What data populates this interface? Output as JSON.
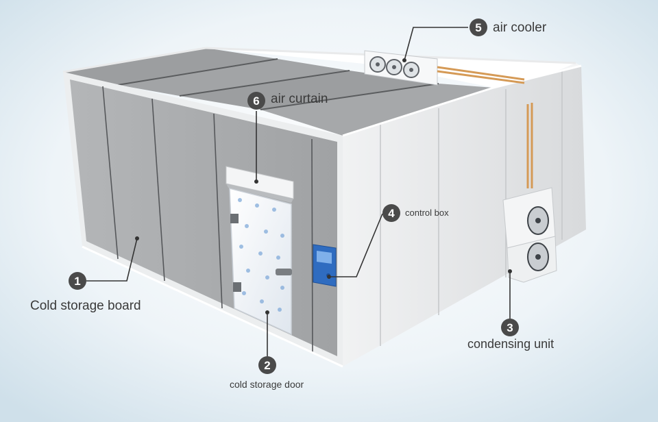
{
  "callouts": [
    {
      "number": "1",
      "label": "Cold storage board"
    },
    {
      "number": "2",
      "label": "cold storage door"
    },
    {
      "number": "3",
      "label": "condensing unit"
    },
    {
      "number": "4",
      "label": "control box"
    },
    {
      "number": "5",
      "label": "air cooler"
    },
    {
      "number": "6",
      "label": "air curtain"
    }
  ],
  "colors": {
    "background": "#e4eef4",
    "panel_front": "#a9abad",
    "panel_right": "#e6e8e9",
    "roof": "#9b9d9f",
    "interior": "#ffffff",
    "badge": "#4a4a4a",
    "control_box": "#2f6cc0",
    "copper_pipe": "#d59a56",
    "leader_line": "#333333"
  }
}
